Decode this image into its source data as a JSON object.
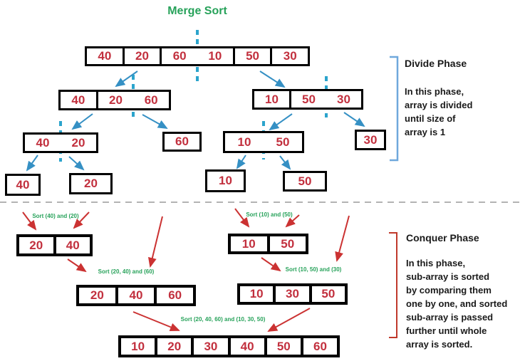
{
  "title": "Merge Sort",
  "divide_phase": {
    "heading": "Divide Phase",
    "lines": [
      "In this phase,",
      "array is divided",
      "until size of",
      "array is 1"
    ]
  },
  "conquer_phase": {
    "heading": "Conquer Phase",
    "lines": [
      "In this phase,",
      "sub-array is sorted",
      "by comparing them",
      "one by one, and sorted",
      "sub-array is passed",
      "further until whole",
      "array is sorted."
    ]
  },
  "divide_arrays": {
    "root": [
      "40",
      "20",
      "60",
      "10",
      "50",
      "30"
    ],
    "left_half": [
      "40",
      "20",
      "60"
    ],
    "right_half": [
      "10",
      "50",
      "30"
    ],
    "left_pair": [
      "40",
      "20"
    ],
    "right_pair": [
      "10",
      "50"
    ],
    "single_60": "60",
    "single_30": "30",
    "single_40": "40",
    "single_20": "20",
    "single_10": "10",
    "single_50": "50"
  },
  "conquer_arrays": {
    "pair_left_sorted": [
      "20",
      "40"
    ],
    "pair_right_sorted": [
      "10",
      "50"
    ],
    "triple_left_sorted": [
      "20",
      "40",
      "60"
    ],
    "triple_right_sorted": [
      "10",
      "30",
      "50"
    ],
    "final_sorted": [
      "10",
      "20",
      "30",
      "40",
      "50",
      "60"
    ]
  },
  "sort_labels": {
    "pair_left": "Sort (40) and (20)",
    "pair_right": "Sort (10) and (50)",
    "triple_left": "Sort (20, 40) and (60)",
    "triple_right": "Sort (10, 50) and (30)",
    "final": "Sort (20, 40, 60) and (10, 30, 50)"
  },
  "colors": {
    "title_green": "#27a25a",
    "label_green": "#27a25a",
    "number_red": "#c2303e",
    "arrow_red": "#cb3232",
    "arrow_blue": "#3590c4",
    "split_dash_blue": "#2ca4cc",
    "bracket_blue": "#6fa8dc",
    "bracket_red": "#c0392b",
    "separator_gray": "#b3b3b3",
    "box_border": "#000000"
  }
}
